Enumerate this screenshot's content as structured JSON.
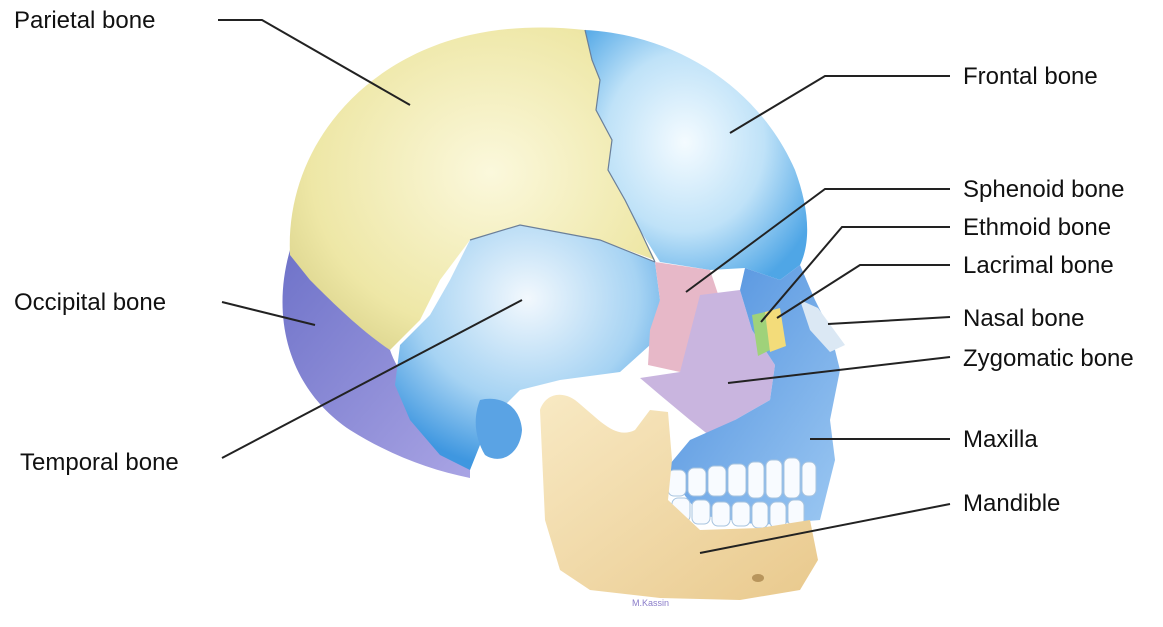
{
  "labels": {
    "parietal": "Parietal bone",
    "frontal": "Frontal bone",
    "sphenoid": "Sphenoid bone",
    "ethmoid": "Ethmoid bone",
    "lacrimal": "Lacrimal bone",
    "nasal": "Nasal bone",
    "zygomatic": "Zygomatic bone",
    "occipital": "Occipital bone",
    "maxilla": "Maxilla",
    "temporal": "Temporal bone",
    "mandible": "Mandible"
  },
  "colors": {
    "parietal": "#efe9b0",
    "frontal": "#8fc8ee",
    "temporal": "#9ccbef",
    "occipital": "#8a8fd6",
    "sphenoid": "#e3b6c6",
    "zygomatic": "#c7b3dd",
    "ethmoid": "#9fd27a",
    "lacrimal": "#f3dc7a",
    "nasal": "#d6e6f3",
    "maxilla": "#6ea8e8",
    "mandible": "#f4dfb0",
    "leader_line": "#222222"
  },
  "signature": "M.Kassin"
}
